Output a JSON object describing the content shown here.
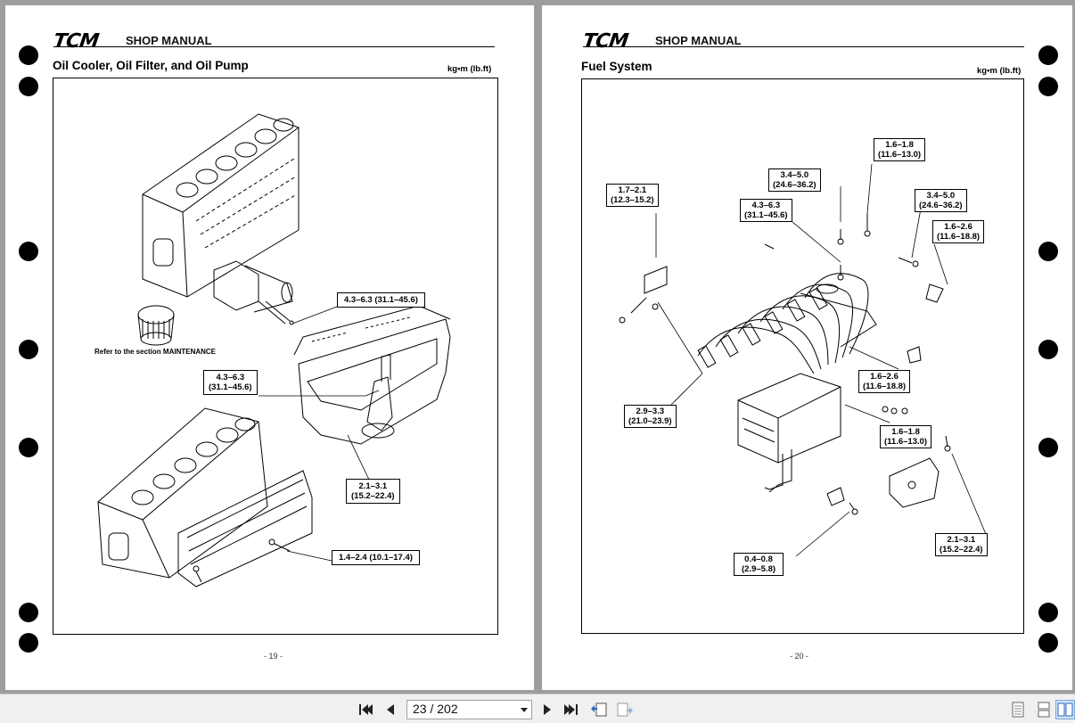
{
  "left_page": {
    "logo": "TCM",
    "header": "SHOP MANUAL",
    "title": "Oil Cooler, Oil Filter, and Oil Pump",
    "unit": "kg•m (lb.ft)",
    "page_number": "- 19 -",
    "note": "Refer to the section MAINTENANCE",
    "torque_labels": [
      {
        "lines": [
          "4.3–6.3 (31.1–45.6)"
        ]
      },
      {
        "lines": [
          "4.3–6.3",
          "(31.1–45.6)"
        ]
      },
      {
        "lines": [
          "2.1–3.1",
          "(15.2–22.4)"
        ]
      },
      {
        "lines": [
          "1.4–2.4 (10.1–17.4)"
        ]
      }
    ]
  },
  "right_page": {
    "logo": "TCM",
    "header": "SHOP MANUAL",
    "title": "Fuel System",
    "unit": "kg•m (lb.ft)",
    "page_number": "- 20 -",
    "torque_labels": [
      {
        "lines": [
          "1.6–1.8",
          "(11.6–13.0)"
        ]
      },
      {
        "lines": [
          "3.4–5.0",
          "(24.6–36.2)"
        ]
      },
      {
        "lines": [
          "1.7–2.1",
          "(12.3–15.2)"
        ]
      },
      {
        "lines": [
          "4.3–6.3",
          "(31.1–45.6)"
        ]
      },
      {
        "lines": [
          "3.4–5.0",
          "(24.6–36.2)"
        ]
      },
      {
        "lines": [
          "1.6–2.6",
          "(11.6–18.8)"
        ]
      },
      {
        "lines": [
          "1.6–2.6",
          "(11.6–18.8)"
        ]
      },
      {
        "lines": [
          "2.9–3.3",
          "(21.0–23.9)"
        ]
      },
      {
        "lines": [
          "1.6–1.8",
          "(11.6–13.0)"
        ]
      },
      {
        "lines": [
          "2.1–3.1",
          "(15.2–22.4)"
        ]
      },
      {
        "lines": [
          "0.4–0.8",
          "(2.9–5.8)"
        ]
      }
    ]
  },
  "toolbar": {
    "page_indicator": "23 / 202",
    "icons": [
      "first-page-icon",
      "previous-page-icon",
      "next-page-icon",
      "last-page-icon",
      "go-back-icon",
      "go-forward-icon",
      "single-page-view-icon",
      "continuous-view-icon",
      "facing-view-icon"
    ]
  }
}
